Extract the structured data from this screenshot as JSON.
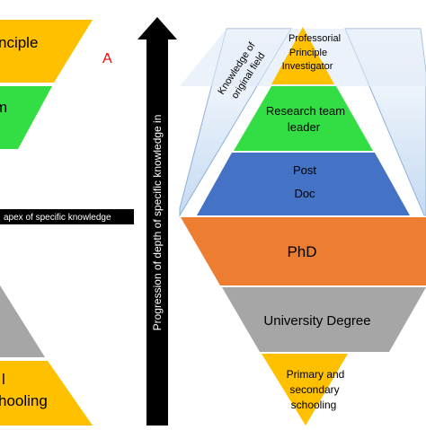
{
  "left_panel": {
    "top_label_fragment": "nciple",
    "mid_label_fragment": "m",
    "apex_banner_text": "apex of specific  knowledge",
    "bottom_label_line1_fragment": "l",
    "bottom_label_line2_fragment": "hooling",
    "panel_letter": "A",
    "panel_letter_color": "#ff0000"
  },
  "axis": {
    "label": "Progression of depth of specific knowledge in"
  },
  "right_panel": {
    "side_label_line1": "Knowledge of",
    "side_label_line2": "original field",
    "upper_pyramid": [
      {
        "lines": [
          "Professorial",
          "Principle",
          "Investigator"
        ],
        "color": "#ffc000"
      },
      {
        "lines": [
          "Research team",
          "leader"
        ],
        "color": "#33dd44"
      },
      {
        "lines": [
          "Post",
          "Doc"
        ],
        "color": "#4472c4"
      }
    ],
    "lower_pyramid": [
      {
        "lines": [
          "PhD"
        ],
        "color": "#ed7d31"
      },
      {
        "lines": [
          "University Degree"
        ],
        "color": "#a6a6a6"
      },
      {
        "lines": [
          "Primary and",
          "secondary",
          "schooling"
        ],
        "color": "#ffc000"
      }
    ],
    "halo_color": "#c5daf2"
  }
}
